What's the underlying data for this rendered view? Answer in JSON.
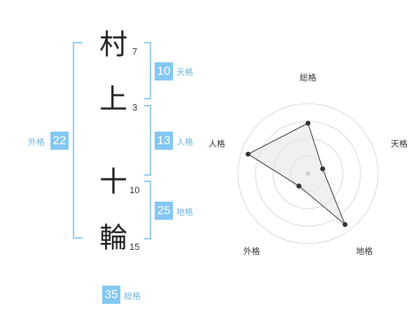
{
  "name": {
    "characters": [
      {
        "char": "村",
        "strokes": "7"
      },
      {
        "char": "上",
        "strokes": "3"
      },
      {
        "char": "十",
        "strokes": "10"
      },
      {
        "char": "輪",
        "strokes": "15"
      }
    ]
  },
  "fortunes": {
    "tenkaku": {
      "label": "天格",
      "value": "10"
    },
    "jinkaku": {
      "label": "人格",
      "value": "13"
    },
    "chikaku": {
      "label": "地格",
      "value": "25"
    },
    "gaikaku": {
      "label": "外格",
      "value": "22"
    },
    "soukaku": {
      "label": "総格",
      "value": "35"
    }
  },
  "colors": {
    "accent": "#82c8f2",
    "bracket": "#8ccaf0",
    "label": "#6fb5e0"
  },
  "chart_data": {
    "type": "radar",
    "axes": [
      "総格",
      "天格",
      "地格",
      "外格",
      "人格"
    ],
    "values": [
      0.72,
      0.22,
      0.9,
      0.22,
      0.9
    ],
    "rlim": [
      0,
      1
    ],
    "rings": 4,
    "grid": true
  }
}
